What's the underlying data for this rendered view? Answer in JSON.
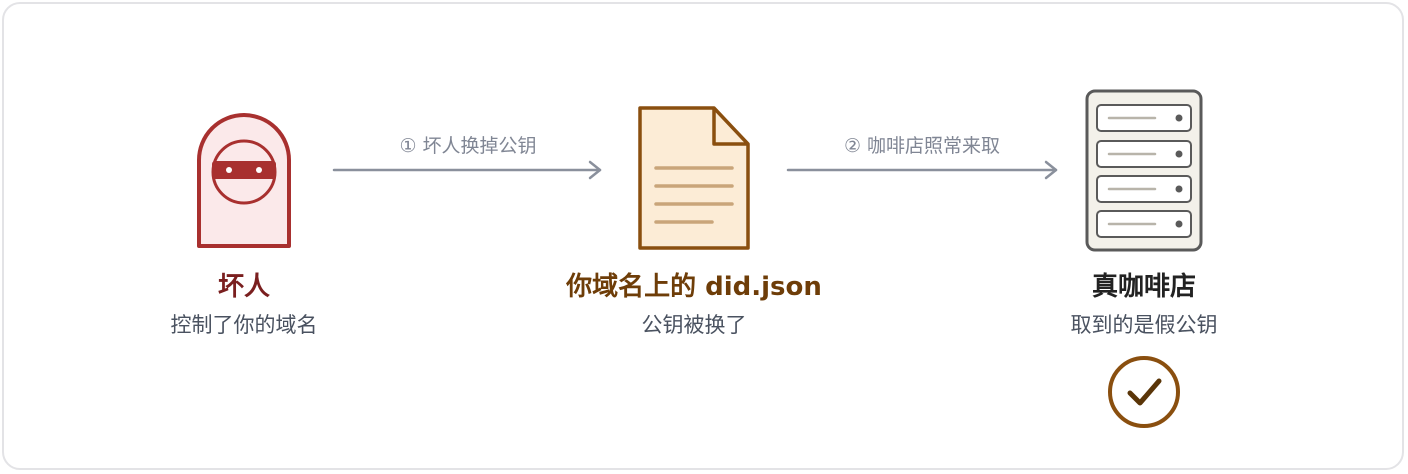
{
  "nodes": [
    {
      "id": "attacker",
      "title": "坏人",
      "subtitle": "控制了你的域名",
      "color": "#7a1f1f"
    },
    {
      "id": "did-json",
      "title": "你域名上的 did.json",
      "subtitle": "公钥被换了",
      "color": "#6e3d08"
    },
    {
      "id": "coffee-shop",
      "title": "真咖啡店",
      "subtitle": "取到的是假公钥",
      "color": "#222222"
    }
  ],
  "edges": [
    {
      "from": "attacker",
      "to": "did-json",
      "label": "① 坏人换掉公钥"
    },
    {
      "from": "did-json",
      "to": "coffee-shop",
      "label": "② 咖啡店照常来取"
    }
  ],
  "icons": {
    "attacker": "bandit-icon",
    "did_json": "document-icon",
    "coffee_shop": "server-icon",
    "result": "check-circle-icon"
  },
  "colors": {
    "attacker_stroke": "#a8302f",
    "attacker_fill": "#fbe9ea",
    "document_stroke": "#8a4f0f",
    "document_fill": "#fcecd6",
    "server_stroke": "#5a5a5a",
    "server_fill": "#f3f1ea",
    "arrow": "#8a909c",
    "check": "#8a4f0f"
  }
}
